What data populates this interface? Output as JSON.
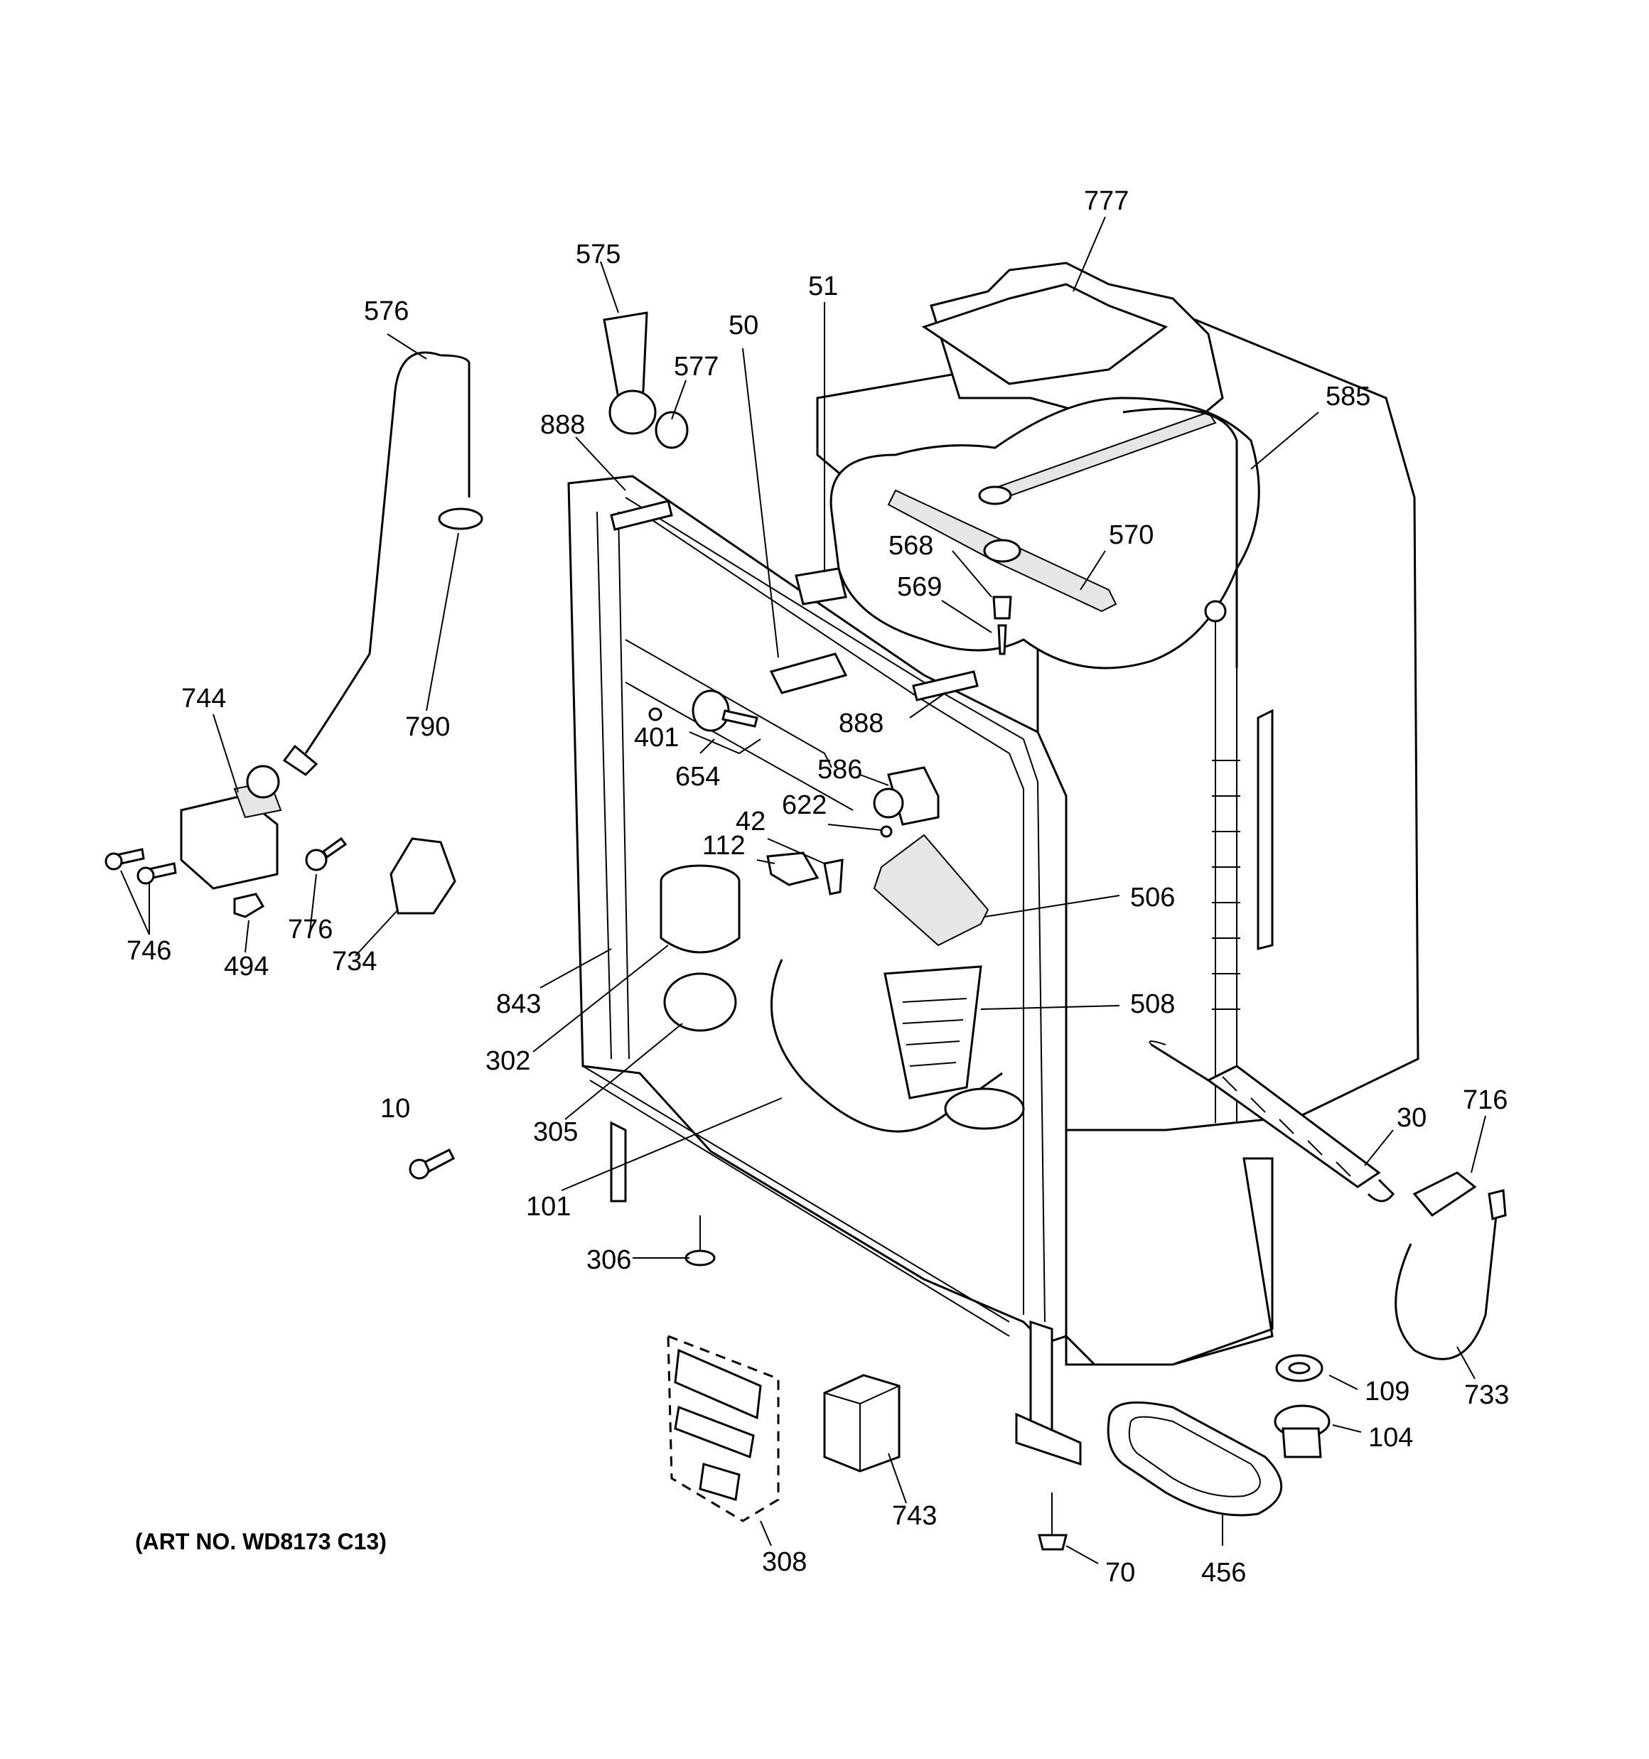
{
  "art_number": "(ART NO. WD8173 C13)",
  "labels": {
    "p777": "777",
    "p575": "575",
    "p51": "51",
    "p576": "576",
    "p50": "50",
    "p577": "577",
    "p585": "585",
    "p888a": "888",
    "p570": "570",
    "p568": "568",
    "p569": "569",
    "p744": "744",
    "p790": "790",
    "p401": "401",
    "p888b": "888",
    "p654": "654",
    "p586": "586",
    "p622": "622",
    "p42": "42",
    "p112": "112",
    "p506": "506",
    "p746": "746",
    "p494": "494",
    "p776": "776",
    "p734": "734",
    "p843": "843",
    "p508": "508",
    "p302": "302",
    "p305": "305",
    "p716": "716",
    "p30": "30",
    "p10": "10",
    "p101": "101",
    "p306": "306",
    "p109": "109",
    "p733": "733",
    "p104": "104",
    "p743": "743",
    "p308": "308",
    "p70": "70",
    "p456": "456"
  }
}
